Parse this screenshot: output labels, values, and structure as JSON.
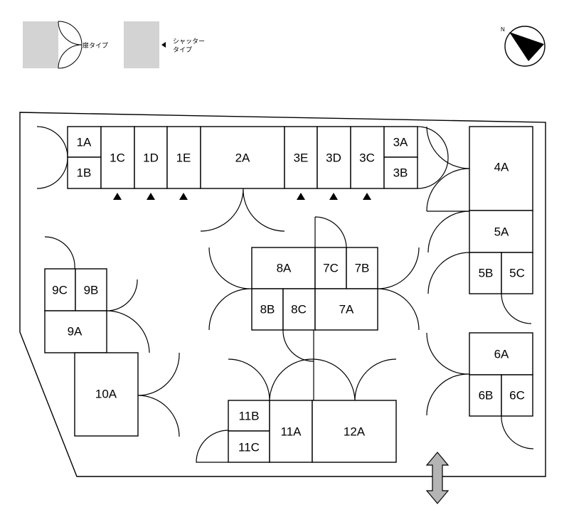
{
  "legend": {
    "door_type": "扉タイプ",
    "shutter_type_line1": "シャッター",
    "shutter_type_line2": "タイプ",
    "swatch_color": "#d3d3d3"
  },
  "compass": {
    "north_letter": "N"
  },
  "units": {
    "u1A": "1A",
    "u1B": "1B",
    "u1C": "1C",
    "u1D": "1D",
    "u1E": "1E",
    "u2A": "2A",
    "u3E": "3E",
    "u3D": "3D",
    "u3C": "3C",
    "u3A": "3A",
    "u3B": "3B",
    "u4A": "4A",
    "u5A": "5A",
    "u5B": "5B",
    "u5C": "5C",
    "u6A": "6A",
    "u6B": "6B",
    "u6C": "6C",
    "u7A": "7A",
    "u7B": "7B",
    "u7C": "7C",
    "u8A": "8A",
    "u8B": "8B",
    "u8C": "8C",
    "u9A": "9A",
    "u9B": "9B",
    "u9C": "9C",
    "u10A": "10A",
    "u11A": "11A",
    "u11B": "11B",
    "u11C": "11C",
    "u12A": "12A"
  },
  "entrance_arrow_color": "#b4b4b4"
}
